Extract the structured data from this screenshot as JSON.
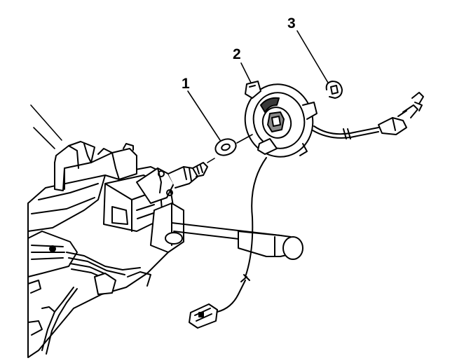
{
  "diagram": {
    "callouts": [
      {
        "id": "1",
        "label": "1"
      },
      {
        "id": "2",
        "label": "2"
      },
      {
        "id": "3",
        "label": "3"
      }
    ],
    "colors": {
      "ink": "#000000",
      "paper": "#ffffff",
      "shade": "#8a8a8a",
      "dark": "#3a3a3a"
    }
  }
}
